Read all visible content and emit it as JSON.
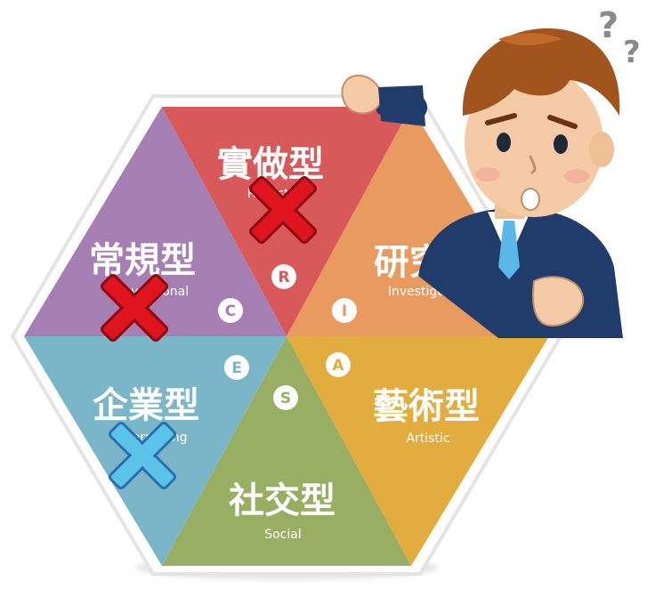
{
  "segments": [
    {
      "key": "R",
      "zh": "實做型",
      "en": "Realistic",
      "color": "#d9585a"
    },
    {
      "key": "I",
      "zh": "研究型",
      "en": "Investigative",
      "color": "#e99a5f"
    },
    {
      "key": "A",
      "zh": "藝術型",
      "en": "Artistic",
      "color": "#e2ac3f"
    },
    {
      "key": "S",
      "zh": "社交型",
      "en": "Social",
      "color": "#98ae62"
    },
    {
      "key": "E",
      "zh": "企業型",
      "en": "Enterprising",
      "color": "#7bb6c8"
    },
    {
      "key": "C",
      "zh": "常規型",
      "en": "Conventional",
      "color": "#a67fb2"
    }
  ],
  "decoration": {
    "question_marks": [
      "?",
      "?"
    ],
    "rejected_mark_color": "#e0141e",
    "alternate_mark_color": "#5cc3e8"
  }
}
